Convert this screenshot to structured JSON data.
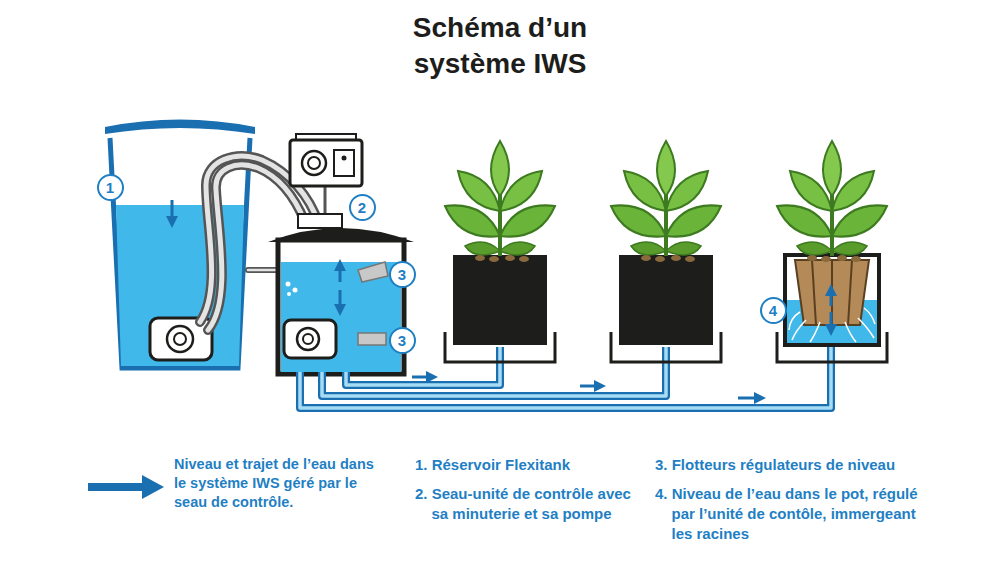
{
  "diagram": {
    "title": "Schéma d’un système IWS",
    "nodes": [
      {
        "text": [
          "1"
        ]
      },
      {
        "text": [
          "2"
        ]
      },
      {
        "text": [
          "3"
        ]
      },
      {
        "text": [
          "3"
        ]
      },
      {
        "text": [
          "4"
        ]
      }
    ],
    "labels": [
      "1. Réservoir Flexitank",
      "2. Seau-unité de contrôle avec sa minuterie et sa pompe",
      "3. Flotteurs régulateurs de niveau",
      "4. Niveau de l’eau dans le pot, régulé par l’unité de contôle, immergeant les racines"
    ],
    "legend": [
      {
        "text": "Niveau et trajet de l’eau dans le système IWS géré par le seau de contrôle."
      }
    ]
  }
}
